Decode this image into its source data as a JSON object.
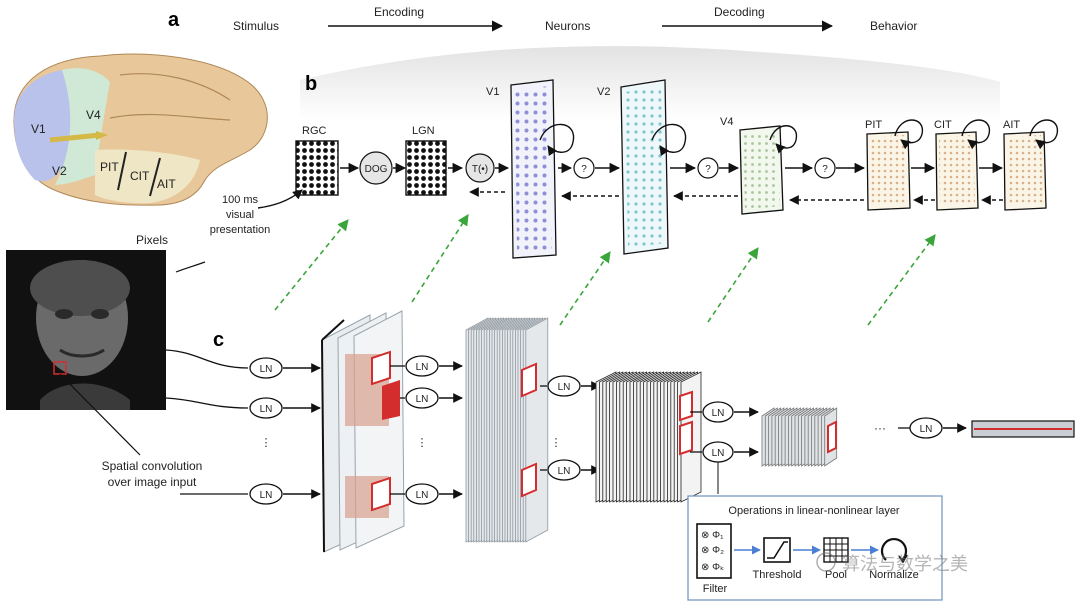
{
  "panel_a": {
    "letter": "a",
    "flow": [
      "Stimulus",
      "Encoding",
      "Neurons",
      "Decoding",
      "Behavior"
    ],
    "brain_areas": [
      "V1",
      "V4",
      "V2",
      "PIT",
      "CIT",
      "AIT"
    ]
  },
  "panel_b": {
    "letter": "b",
    "stages": [
      "RGC",
      "DOG",
      "LGN",
      "T(•)",
      "V1",
      "V2",
      "V4",
      "PIT",
      "CIT",
      "AIT"
    ],
    "unknown_op": "?",
    "presentation_note": [
      "100 ms",
      "visual",
      "presentation"
    ]
  },
  "panel_c": {
    "letter": "c",
    "pixels_label": "Pixels",
    "ln_label": "LN",
    "ellipsis": "⋮",
    "h_ellipsis": "···",
    "spatial_conv": [
      "Spatial convolution",
      "over image input"
    ],
    "ops_box": {
      "title": "Operations in linear-nonlinear layer",
      "steps": [
        "Filter",
        "Threshold",
        "Pool",
        "Normalize"
      ],
      "filter_terms": [
        "⊗ Φ₁",
        "⊗ Φ₂",
        "⊗ Φₖ"
      ]
    }
  },
  "watermark": "算法与数学之美",
  "colors": {
    "v1_area": "#b9c2ea",
    "v4_area": "#cfe9d6",
    "it_area": "#efe6c6",
    "brain": "#e8c89a",
    "v1_grid": "#8f8fd6",
    "v2_grid": "#7fc6cf",
    "v4_grid": "#a8c79b",
    "it_grid": "#d9b08a",
    "green_arrow": "#3aa53a",
    "red_feature": "#d42d2d",
    "blue_arrow": "#4a7fd4"
  }
}
